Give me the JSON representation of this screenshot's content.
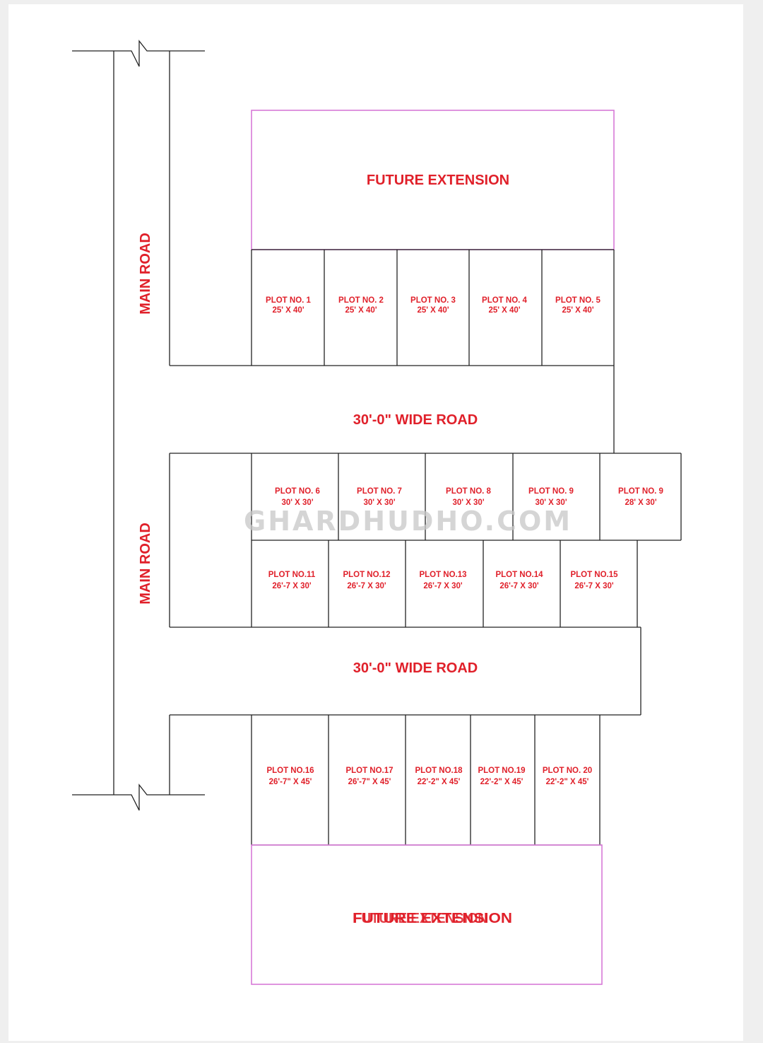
{
  "labels": {
    "future_extension_top": "FUTURE EXTENSION",
    "future_extension_bottom": "FUTURE EXTENSION",
    "main_road": "MAIN ROAD",
    "wide_road": "30'-0\" WIDE ROAD",
    "watermark": "GHARDHUDHO.COM"
  },
  "rows": [
    {
      "plots": [
        {
          "name": "PLOT NO. 1",
          "size": "25' X 40'"
        },
        {
          "name": "PLOT NO. 2",
          "size": "25' X 40'"
        },
        {
          "name": "PLOT NO. 3",
          "size": "25' X 40'"
        },
        {
          "name": "PLOT NO. 4",
          "size": "25' X 40'"
        },
        {
          "name": "PLOT NO. 5",
          "size": "25' X 40'"
        }
      ]
    },
    {
      "plots": [
        {
          "name": "PLOT NO. 6",
          "size": "30' X 30'"
        },
        {
          "name": "PLOT NO. 7",
          "size": "30' X 30'"
        },
        {
          "name": "PLOT NO. 8",
          "size": "30' X 30'"
        },
        {
          "name": "PLOT NO. 9",
          "size": "30' X 30'"
        },
        {
          "name": "PLOT NO. 9",
          "size": "28' X 30'"
        }
      ]
    },
    {
      "plots": [
        {
          "name": "PLOT NO.11",
          "size": "26'-7 X 30'"
        },
        {
          "name": "PLOT NO.12",
          "size": "26'-7 X 30'"
        },
        {
          "name": "PLOT NO.13",
          "size": "26'-7 X 30'"
        },
        {
          "name": "PLOT NO.14",
          "size": "26'-7 X 30'"
        },
        {
          "name": "PLOT NO.15",
          "size": "26'-7 X 30'"
        }
      ]
    },
    {
      "plots": [
        {
          "name": "PLOT NO.16",
          "size": "26'-7\" X 45'"
        },
        {
          "name": "PLOT NO.17",
          "size": "26'-7\" X 45'"
        },
        {
          "name": "PLOT NO.18",
          "size": "22'-2\" X 45'"
        },
        {
          "name": "PLOT NO.19",
          "size": "22'-2\" X 45'"
        },
        {
          "name": "PLOT NO. 20",
          "size": "22'-2\" X 45'"
        }
      ]
    }
  ],
  "colors": {
    "text": "#e0202a",
    "extension_border": "#d77ad7",
    "lines": "#222222"
  }
}
